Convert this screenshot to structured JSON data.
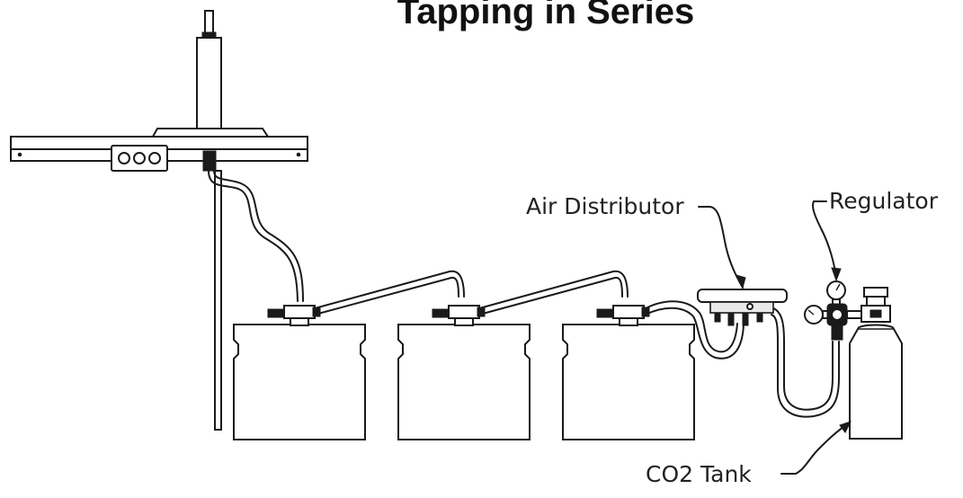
{
  "diagram": {
    "title": "Tapping in Series",
    "labels": {
      "air_distributor": "Air Distributor",
      "regulator": "Regulator",
      "co2_tank": "CO2 Tank"
    },
    "keg_count": 3,
    "faucet_count": 1,
    "shank_plate_buttons": 3
  }
}
